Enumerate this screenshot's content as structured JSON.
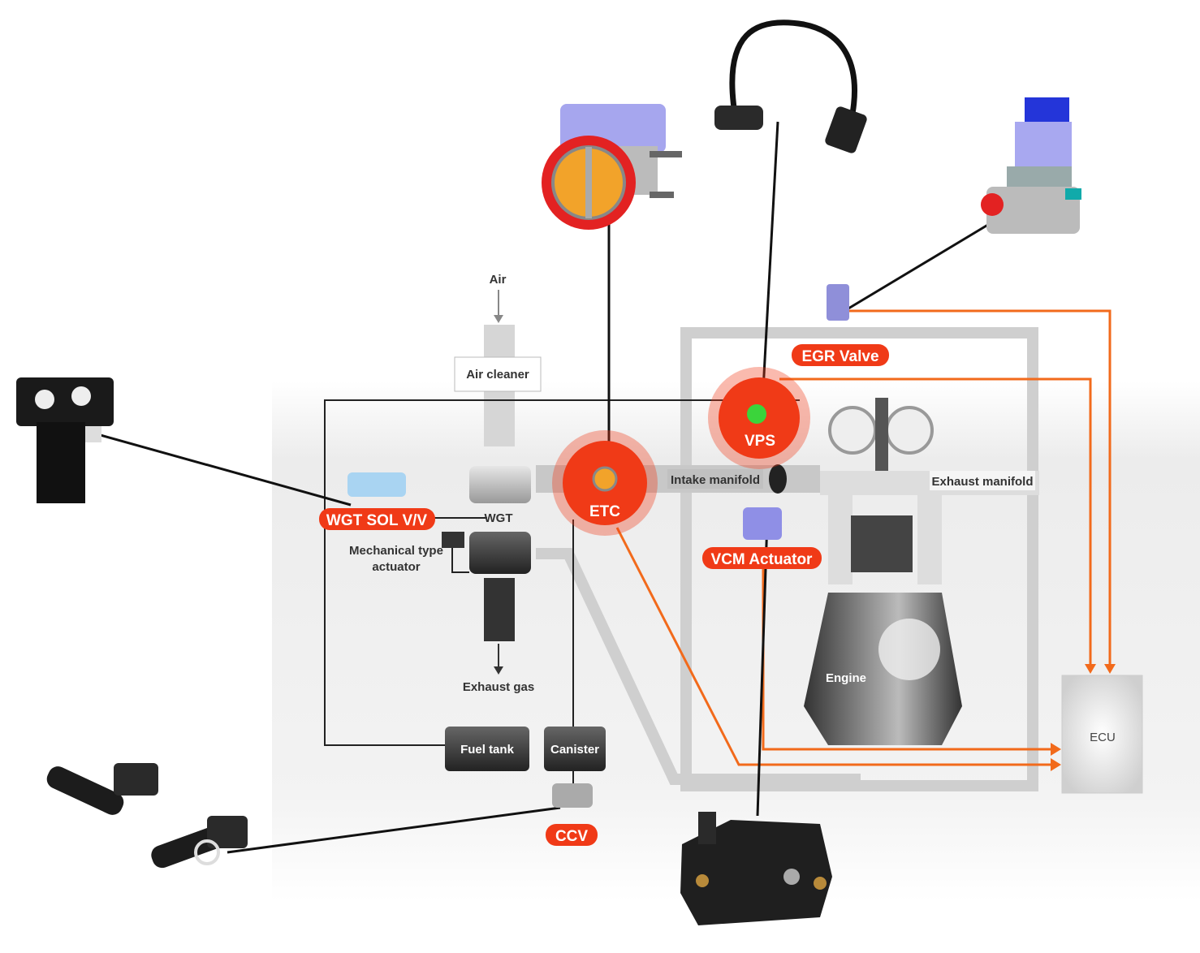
{
  "colors": {
    "accent_red": "#f03a17",
    "signal_orange": "#f26a1b",
    "pipe_gray": "#cfcfcf",
    "dark_block": "#3a3a3a"
  },
  "labels": {
    "air": "Air",
    "air_cleaner": "Air cleaner",
    "wgt_sol": "WGT SOL V/V",
    "wgt": "WGT",
    "mech_actuator_1": "Mechanical type",
    "mech_actuator_2": "actuator",
    "etc": "ETC",
    "vps": "VPS",
    "egr_valve": "EGR Valve",
    "intake_manifold": "Intake manifold",
    "exhaust_manifold": "Exhaust manifold",
    "vcm_actuator": "VCM Actuator",
    "exhaust_gas": "Exhaust gas",
    "engine": "Engine",
    "fuel_tank": "Fuel tank",
    "canister": "Canister",
    "ccv": "CCV",
    "ecu": "ECU"
  }
}
